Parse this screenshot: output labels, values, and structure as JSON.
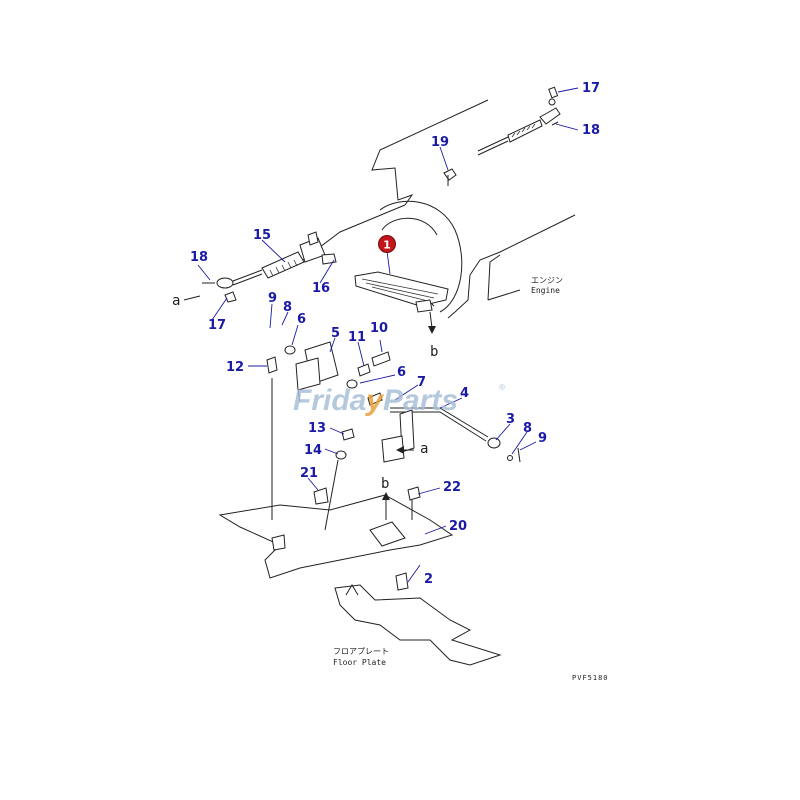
{
  "colors": {
    "callout_text": "#1a1aa6",
    "callout_line": "#1a1aa6",
    "highlight_badge": "#c0161c",
    "highlight_badge_text": "#ffffff",
    "watermark": "#a8bfd9",
    "watermark_accent": "#e8a13a",
    "line_art": "#222222"
  },
  "watermark": {
    "part1": "Frida",
    "part2": "y",
    "part3": "Parts",
    "mark": "®"
  },
  "highlighted_part": "1",
  "labels": {
    "engine_jp": "エンジン",
    "engine_en": "Engine",
    "floor_jp": "フロアプレート",
    "floor_en": "Floor Plate",
    "drawing_code": "PVF5180"
  },
  "reference_letters": {
    "a_left": "a",
    "b_engine": "b",
    "a_bracket": "a",
    "b_floor": "b"
  },
  "callouts": [
    {
      "id": "c1",
      "number": "1"
    },
    {
      "id": "c2",
      "number": "2"
    },
    {
      "id": "c3",
      "number": "3"
    },
    {
      "id": "c4",
      "number": "4"
    },
    {
      "id": "c5",
      "number": "5"
    },
    {
      "id": "c6a",
      "number": "6"
    },
    {
      "id": "c6b",
      "number": "6"
    },
    {
      "id": "c7",
      "number": "7"
    },
    {
      "id": "c8a",
      "number": "8"
    },
    {
      "id": "c8b",
      "number": "8"
    },
    {
      "id": "c9a",
      "number": "9"
    },
    {
      "id": "c9b",
      "number": "9"
    },
    {
      "id": "c10",
      "number": "10"
    },
    {
      "id": "c11",
      "number": "11"
    },
    {
      "id": "c12",
      "number": "12"
    },
    {
      "id": "c13",
      "number": "13"
    },
    {
      "id": "c14",
      "number": "14"
    },
    {
      "id": "c15",
      "number": "15"
    },
    {
      "id": "c16",
      "number": "16"
    },
    {
      "id": "c17a",
      "number": "17"
    },
    {
      "id": "c17b",
      "number": "17"
    },
    {
      "id": "c18a",
      "number": "18"
    },
    {
      "id": "c18b",
      "number": "18"
    },
    {
      "id": "c19",
      "number": "19"
    },
    {
      "id": "c20",
      "number": "20"
    },
    {
      "id": "c21",
      "number": "21"
    },
    {
      "id": "c22",
      "number": "22"
    }
  ]
}
